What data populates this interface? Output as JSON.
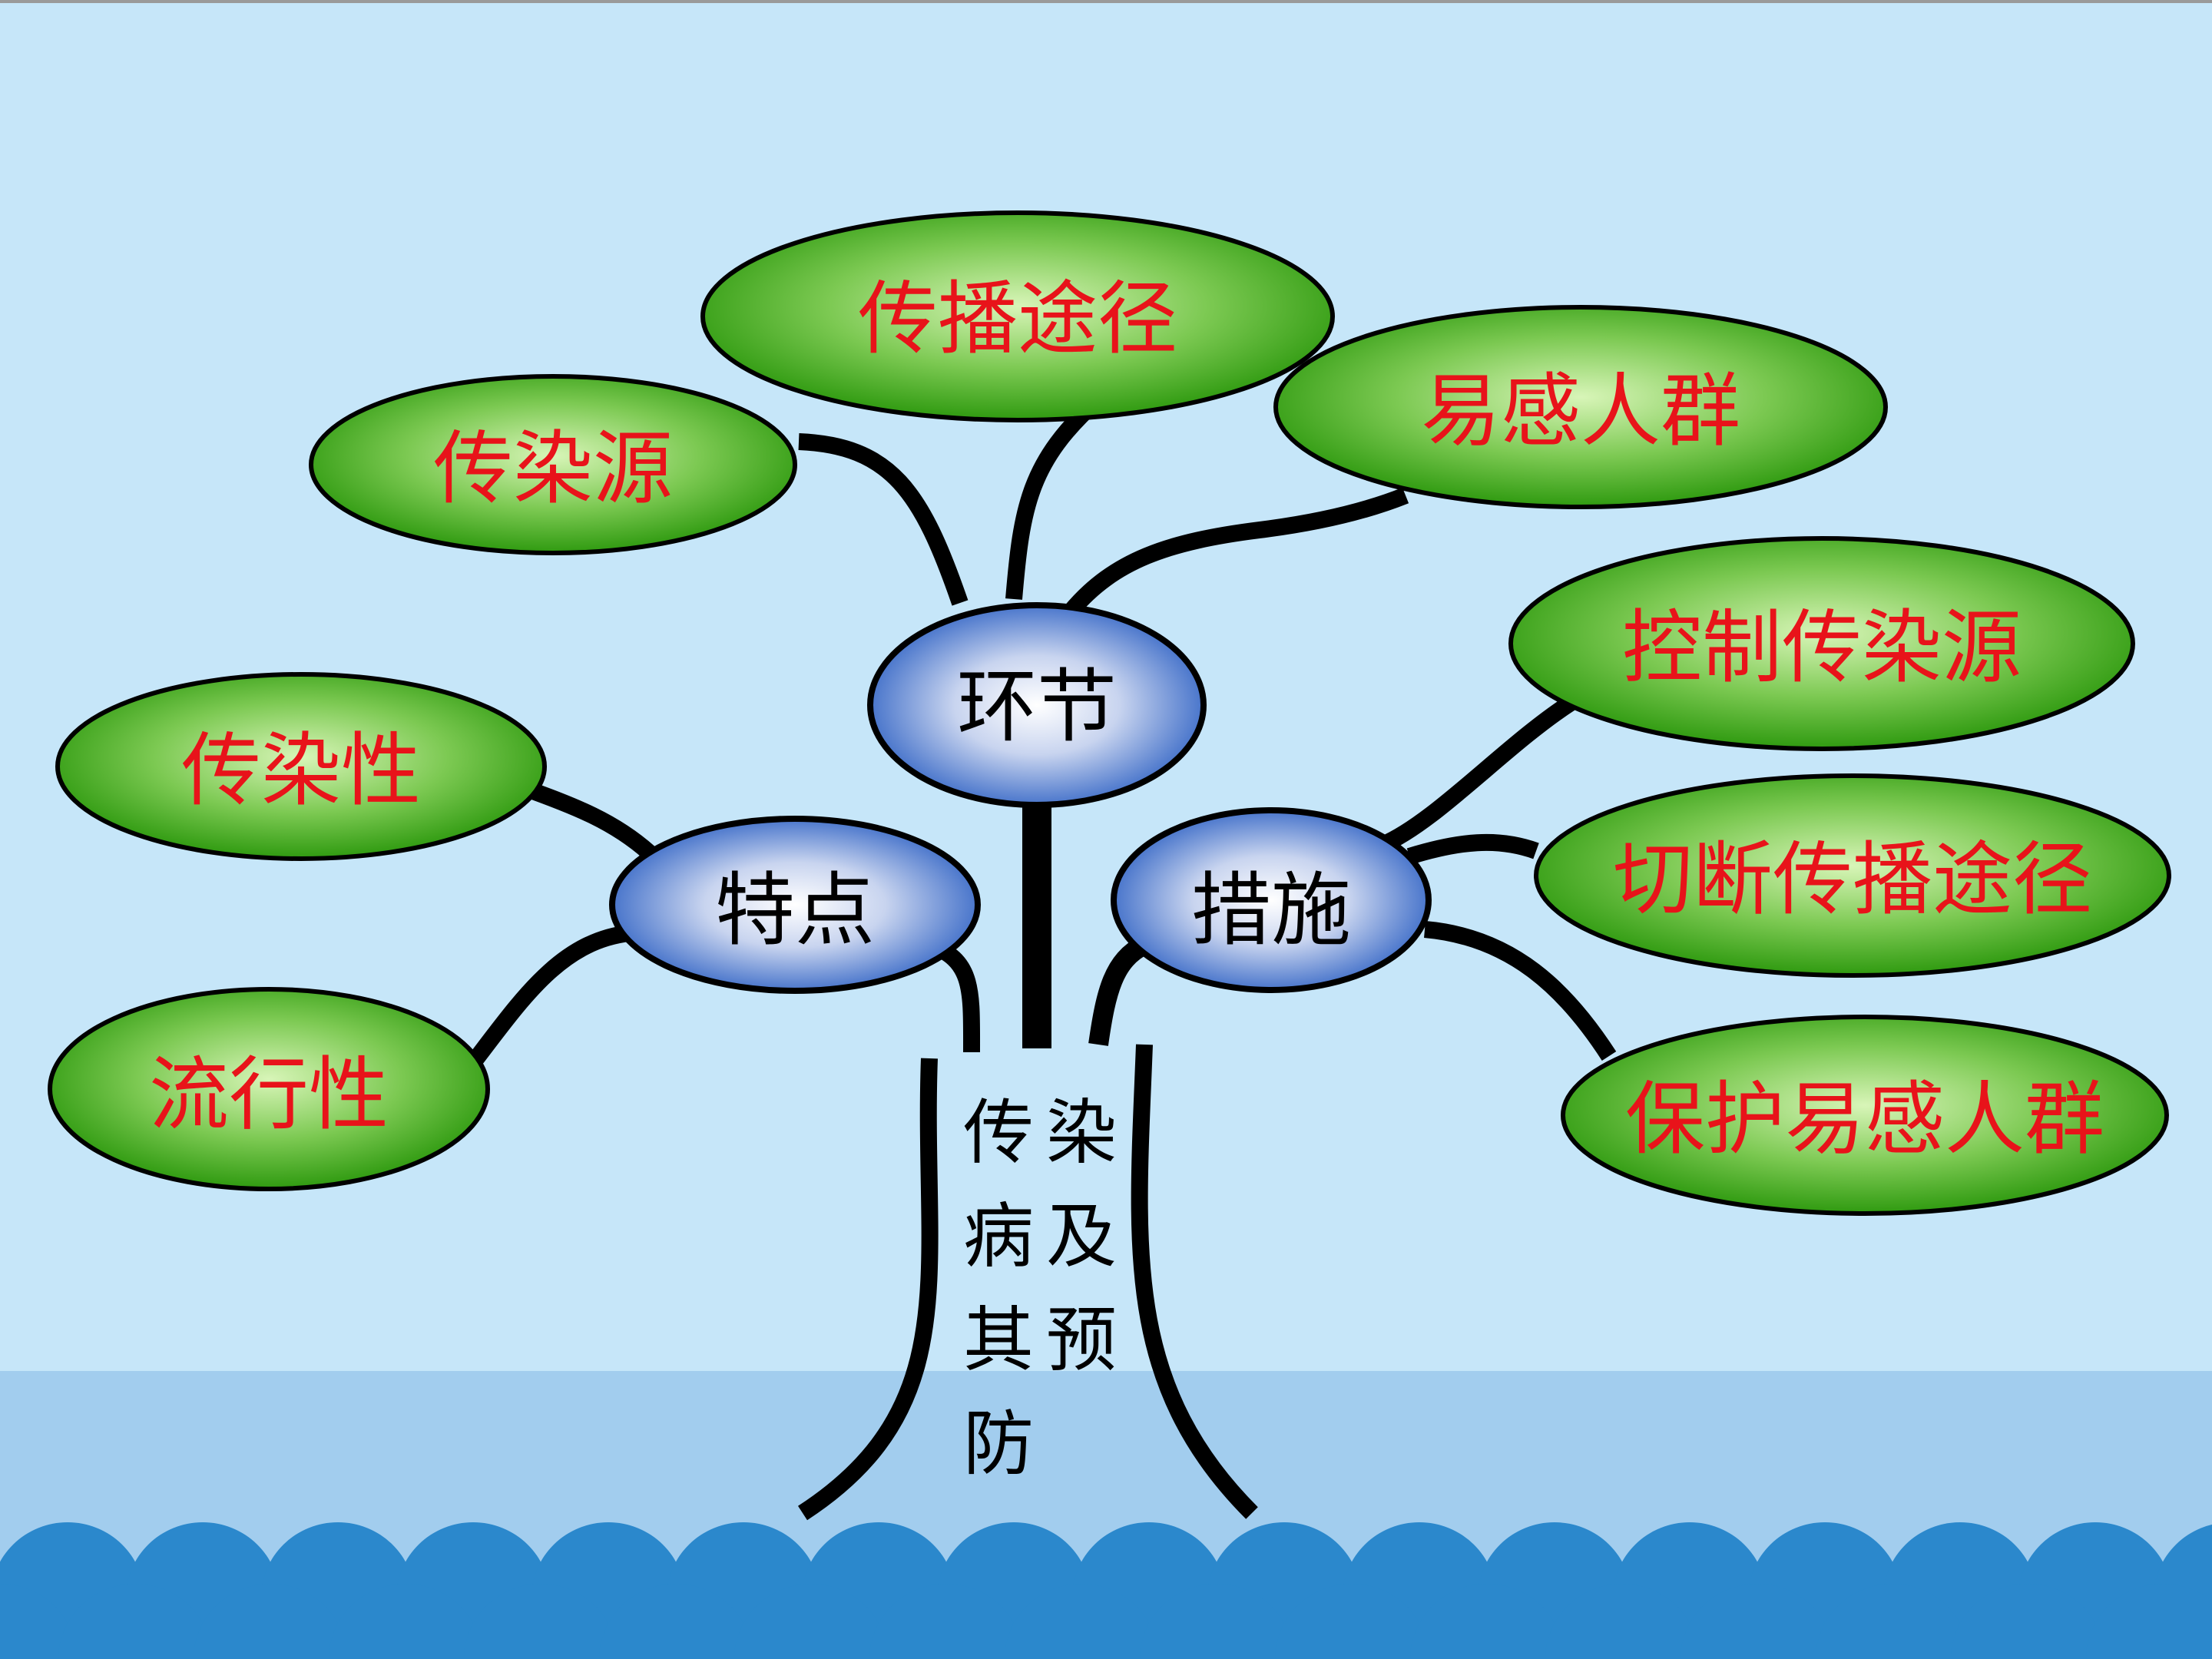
{
  "diagram": {
    "trunk_label": "传染病及其预防",
    "trunk_lines": [
      [
        "传",
        "染"
      ],
      [
        "病",
        "及"
      ],
      [
        "其",
        "预"
      ],
      [
        "防"
      ]
    ],
    "nodes": [
      {
        "id": "huanjie",
        "label": "环节",
        "leaves": [
          "传染源",
          "传播途径",
          "易感人群"
        ]
      },
      {
        "id": "tedian",
        "label": "特点",
        "leaves": [
          "传染性",
          "流行性"
        ]
      },
      {
        "id": "cuoshi",
        "label": "措施",
        "leaves": [
          "控制传染源",
          "切断传播途径",
          "保护易感人群"
        ]
      }
    ]
  },
  "colors": {
    "sky": "#c6e6f9",
    "water_band": "#a2cdee",
    "wave": "#2b88cc",
    "leaf_fill": "#34a012",
    "leaf_text": "#e8131a",
    "node_fill": "#2f62c4",
    "branch": "#000000"
  }
}
